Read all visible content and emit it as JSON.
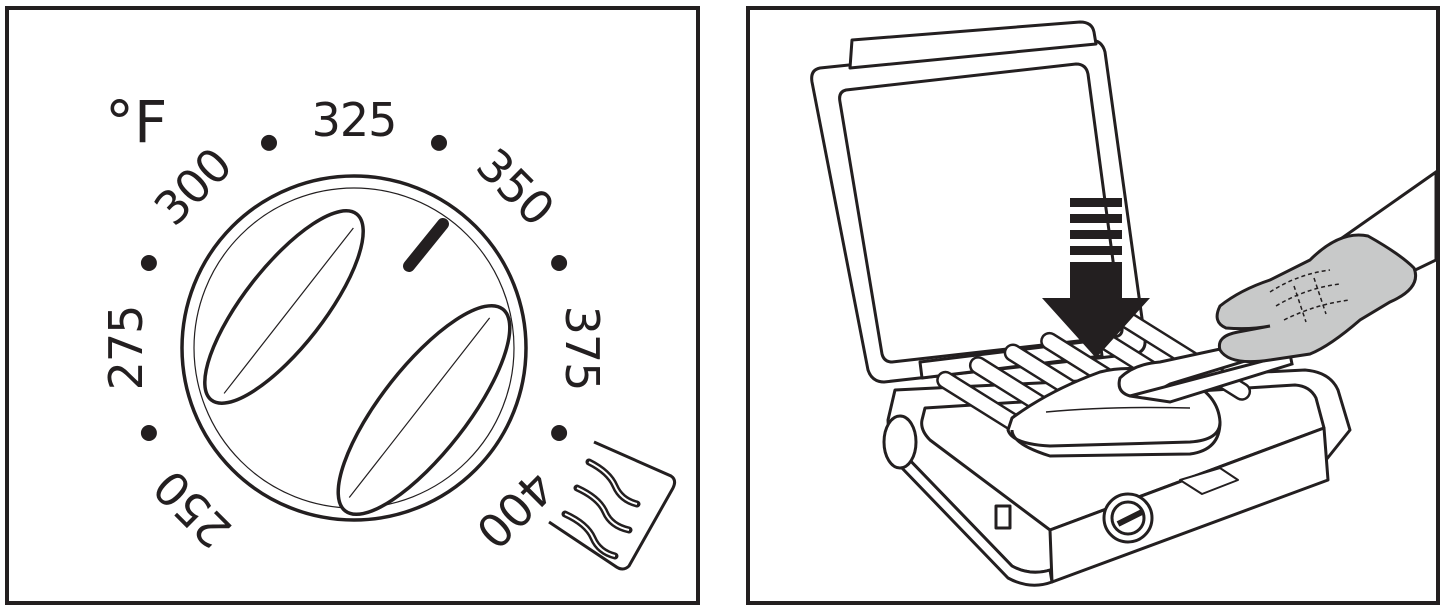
{
  "dial": {
    "unit": "°F",
    "temperatures": [
      "250",
      "275",
      "300",
      "325",
      "350",
      "375",
      "400"
    ]
  },
  "colors": {
    "ink": "#231f20",
    "glove": "#c8c9c9",
    "background": "#ffffff"
  },
  "icons": [
    "bacon-icon",
    "down-arrow-icon",
    "oven-mitt-icon",
    "tongs-icon"
  ]
}
